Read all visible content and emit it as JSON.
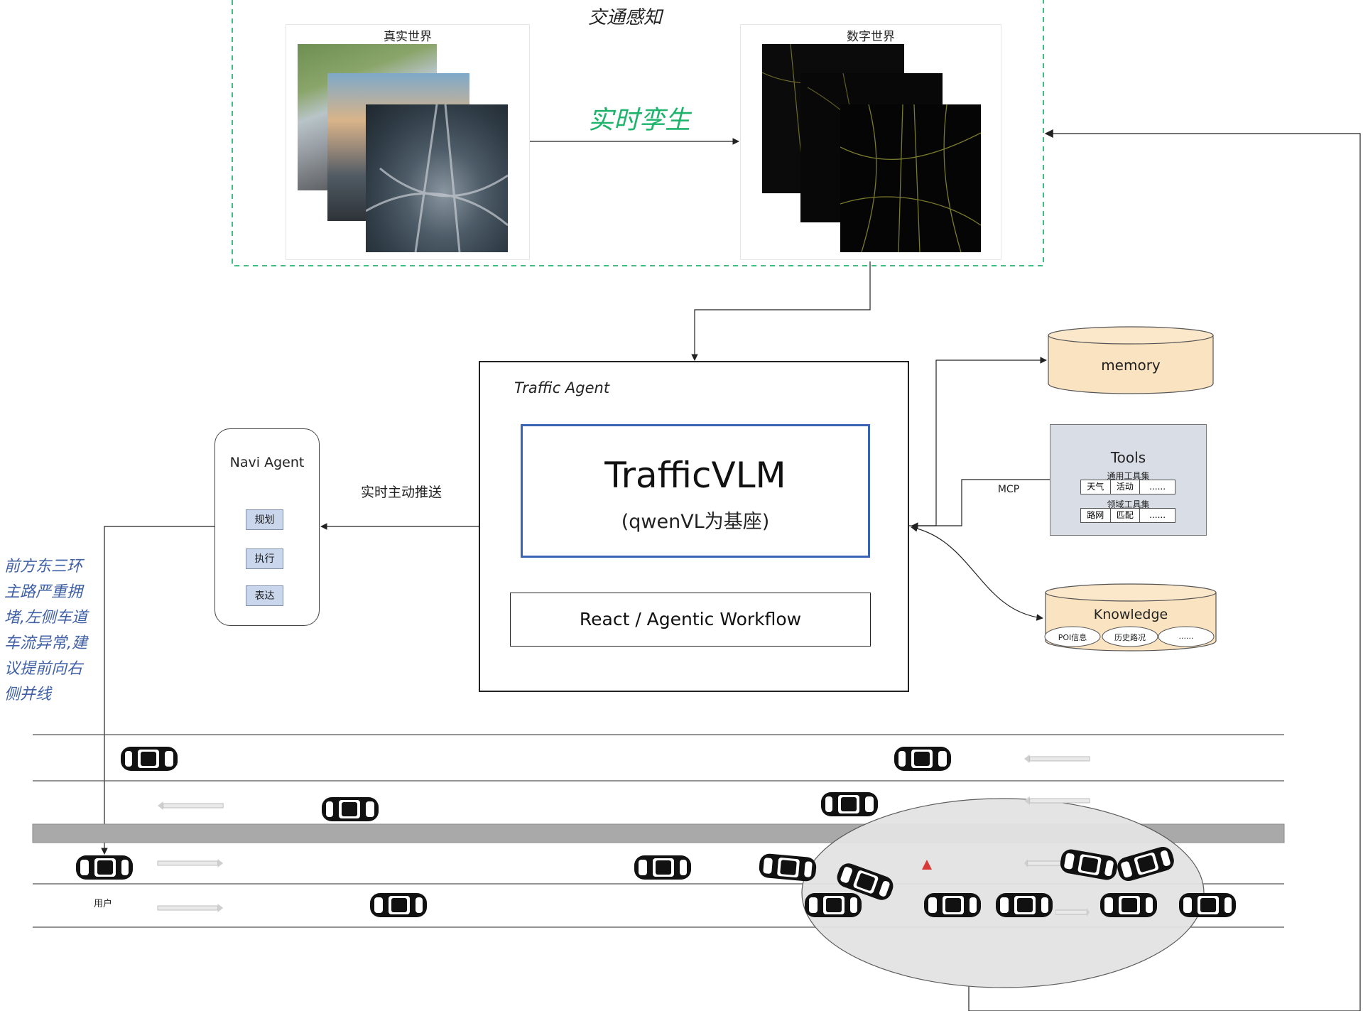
{
  "perception": {
    "title": "交通感知",
    "real_world": "真实世界",
    "digital_world": "数字世界",
    "twin_label": "实时孪生"
  },
  "agent": {
    "title": "Traffic Agent",
    "model": "TrafficVLM",
    "model_sub": "(qwenVL为基座)",
    "workflow": "React / Agentic Workflow"
  },
  "navi": {
    "title": "Navi Agent",
    "steps": [
      "规划",
      "执行",
      "表达"
    ]
  },
  "push_label": "实时主动推送",
  "memory": "memory",
  "tools": {
    "title": "Tools",
    "mcp": "MCP",
    "general": {
      "title": "通用工具集",
      "items": [
        "天气",
        "活动",
        "......"
      ]
    },
    "domain": {
      "title": "领域工具集",
      "items": [
        "路网",
        "匹配",
        "......"
      ]
    }
  },
  "knowledge": {
    "title": "Knowledge",
    "items": [
      "POI信息",
      "历史路况",
      "......"
    ]
  },
  "message": [
    "前方东三环",
    "主路严重拥",
    "堵,左侧车道",
    "车流异常,建",
    "议提前向右",
    "侧并线"
  ],
  "user_label": "用户",
  "colors": {
    "green_accent": "#1db36b",
    "vlm_border": "#3a63b5",
    "memory_fill": "#fae3c0",
    "tools_fill": "#d9dee6",
    "nav_button_fill": "#c9d6ec",
    "message_text": "#3f5fa6",
    "incident_marker": "#d83a3a"
  }
}
